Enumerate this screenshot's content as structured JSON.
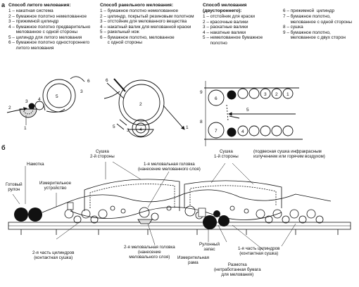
{
  "panel_a": {
    "marker": "a",
    "cast": {
      "title": "Способ литого мелования:",
      "items": [
        "1 – накатная система",
        "2 – бумажное полотно немелованное",
        "3 – прижимной цилиндр",
        "4 – бумажное полотно предварительно",
        "      мелованное с одной стороны",
        "5 – цилиндр для литого мелования",
        "6 – бумажное полотно одностороннего",
        "      литого мелования"
      ]
    },
    "blade": {
      "title": "Способ ракельного мелования:",
      "items": [
        "1 – бумажное полотно немелованное",
        "2 – цилиндр, покрытый резиновым полотном",
        "3 – отстойник для мелованного вещества",
        "4 – накатный валик для мелованной краски",
        "5 – ракельный нож",
        "6 – бумажное полотно, мелованное",
        "      с одной стороны"
      ]
    },
    "double": {
      "title": "Способ мелования",
      "title2": "(двустороннего):",
      "items": [
        "1 – отстойник для краски",
        "2 – красочные валики",
        "3 – раскатные валики",
        "4 – накатные валики",
        "5 – немелованное бумажное",
        "      полотно"
      ]
    },
    "double_cont": [
      "6 – прижимной  цилиндр",
      "7 – бумажное полотно,",
      "      мелованное с одной стороны",
      "8 – сушка",
      "9 – бумажное полотно,",
      "      мелованное с двух сторон"
    ],
    "fig_cast_nums": [
      "1",
      "2",
      "3",
      "4",
      "5",
      "6",
      "3"
    ],
    "fig_blade_nums": [
      "1",
      "2",
      "3",
      "4",
      "5",
      "6"
    ],
    "fig_double_nums": [
      "9",
      "8",
      "6",
      "7",
      "5",
      "1",
      "2",
      "3",
      "4"
    ]
  },
  "panel_b": {
    "marker": "б",
    "labels": {
      "drying2": "Сушка\n2-й стороны",
      "drying1": "Сушка\n1-й стороны",
      "drying_note": "(подвесная сушка инфракрасным\nизлучением или горячим воздухом)",
      "winding": "Намотка",
      "ready_roll": "Готовый\nрулон",
      "measuring_device": "Измерительное\nустройство",
      "head1": "1-я меловальная головка\n(нанесение мелованного слоя)",
      "head2": "2-я меловальная головка\n(нанесение\nмеловального слоя)",
      "cyl2": "2-я часть цилиндров\n(контактная сушка)",
      "cyl1": "1-я часть цилиндров\n(контактная сушка)",
      "roll_reserve": "Рулонный\nзапас",
      "measuring_frame": "Измерительная\nрама",
      "unwinding": "Размотка\n(нетработанная бумага\nдля мелования)"
    }
  }
}
